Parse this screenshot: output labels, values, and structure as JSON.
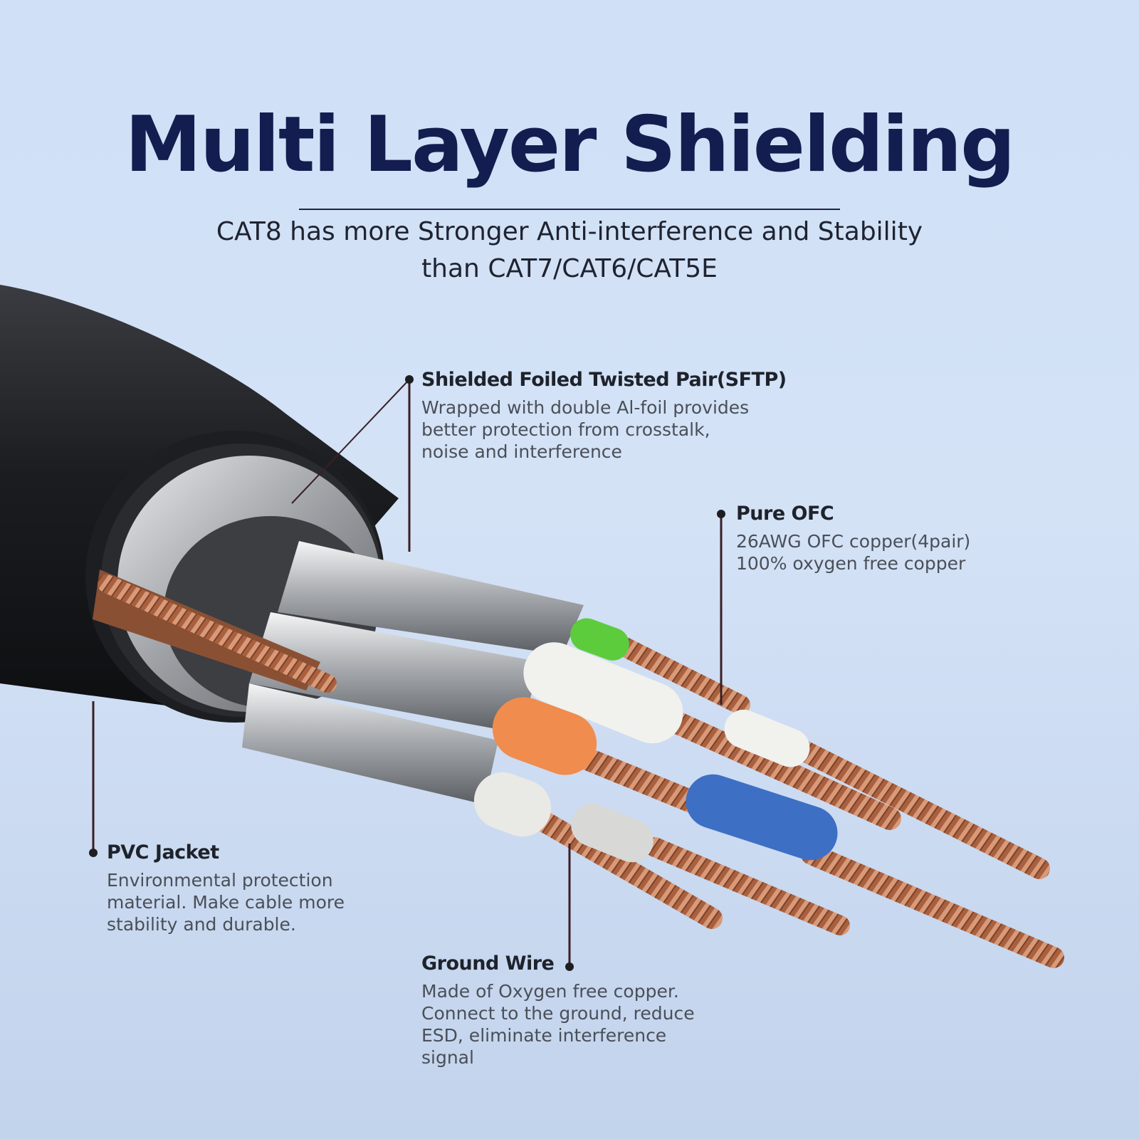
{
  "header": {
    "title": "Multi Layer Shielding",
    "subtitle_lines": [
      "CAT8 has more Stronger Anti-interference and Stability",
      "than CAT7/CAT6/CAT5E"
    ]
  },
  "callouts": {
    "sftp": {
      "heading": "Shielded Foiled Twisted Pair(SFTP)",
      "lines": [
        "Wrapped with double Al-foil provides",
        "better protection from crosstalk,",
        "noise and interference"
      ]
    },
    "ofc": {
      "heading": "Pure OFC",
      "lines": [
        "26AWG OFC copper(4pair)",
        "100% oxygen free copper"
      ]
    },
    "pvc": {
      "heading": "PVC Jacket",
      "lines": [
        "Environmental protection",
        "material. Make cable more",
        "stability and durable."
      ]
    },
    "ground": {
      "heading": "Ground Wire",
      "lines": [
        "Made of Oxygen free copper.",
        "Connect to the ground, reduce",
        "ESD, eliminate interference",
        "signal"
      ]
    }
  },
  "colors": {
    "title": "#141d4f",
    "jacket": "#1c1d20",
    "foil": "#b9bcc0",
    "copper": "#b5704f",
    "pair_green": "#5ccc3c",
    "pair_white": "#f1f1ee",
    "pair_orange": "#f08c4e",
    "pair_blue": "#3d6fc4"
  }
}
